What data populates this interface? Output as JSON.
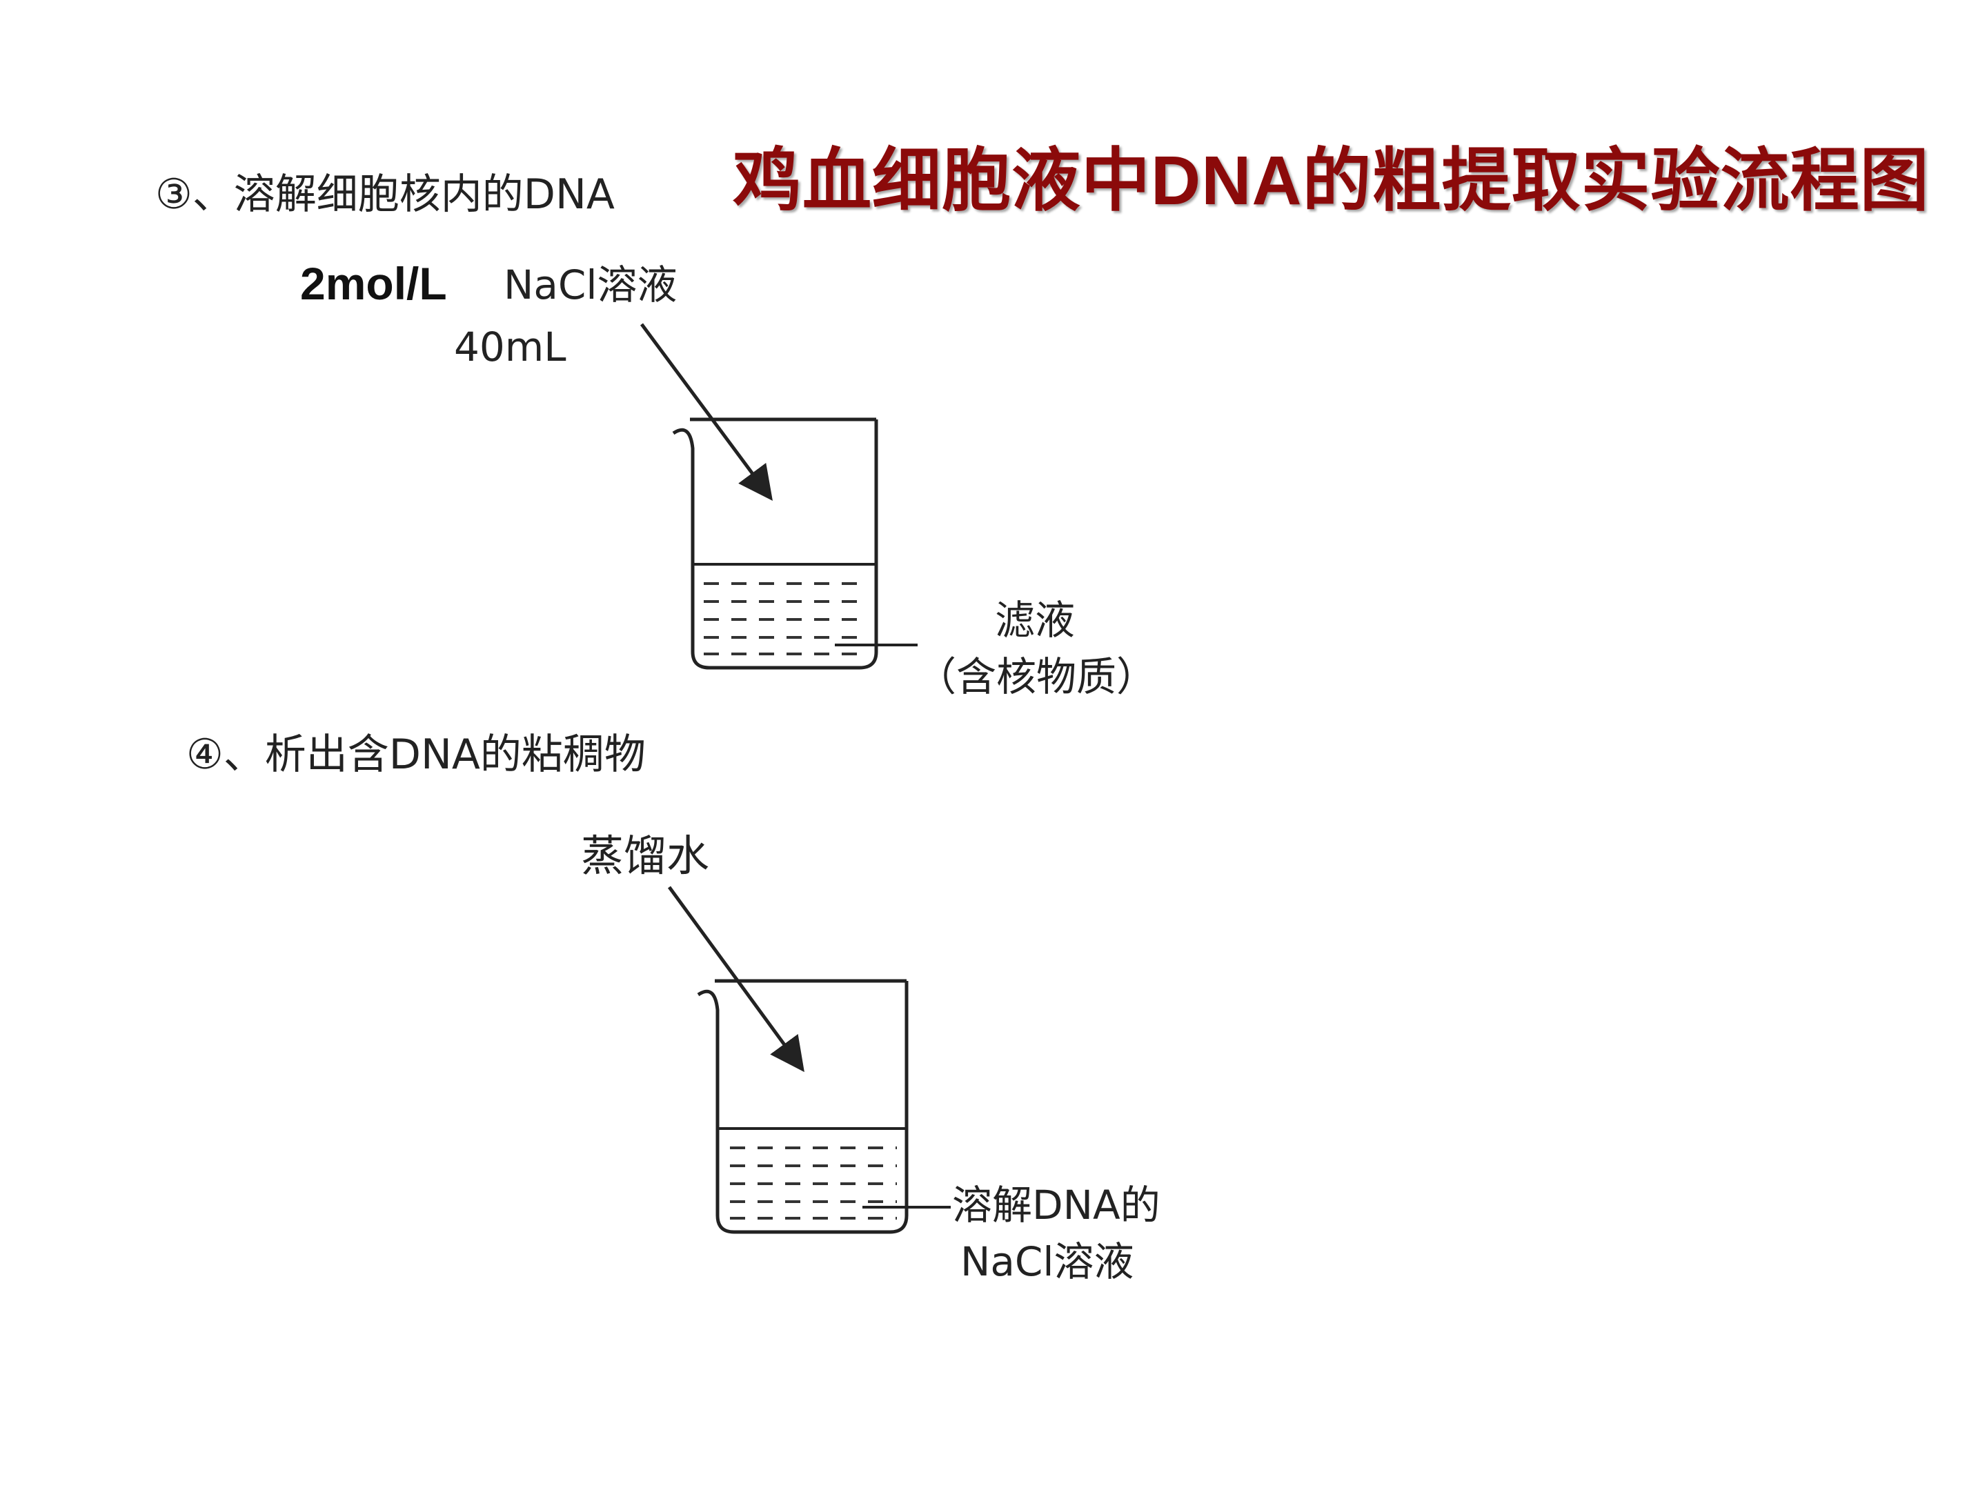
{
  "title": "鸡血细胞液中DNA的粗提取实验流程图",
  "colors": {
    "title": "#8b0a0a",
    "ink": "#222222"
  },
  "step3": {
    "label": "③、溶解细胞核内的DNA",
    "reagent_concentration": "2mol/L",
    "reagent_name": "NaCl溶液",
    "reagent_volume": "40mL",
    "liquid_label_line1": "滤液",
    "liquid_label_line2": "（含核物质）"
  },
  "step4": {
    "label": "④、析出含DNA的粘稠物",
    "reagent_name": "蒸馏水",
    "liquid_label_line1": "溶解DNA的",
    "liquid_label_line2": "NaCl溶液"
  }
}
